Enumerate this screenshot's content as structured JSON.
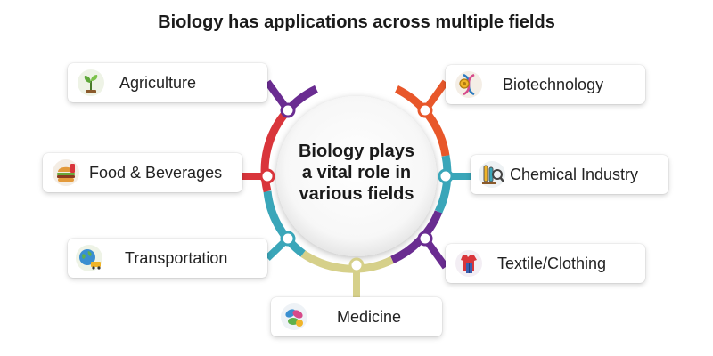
{
  "title": "Biology has applications across multiple fields",
  "center": {
    "line1": "Biology plays",
    "line2": "a vital role in",
    "line3": "various fields"
  },
  "fields": [
    {
      "label": "Agriculture",
      "icon": "plant-sprout-icon",
      "color": "#6a2c91"
    },
    {
      "label": "Biotechnology",
      "icon": "dna-icon",
      "color": "#e8572a"
    },
    {
      "label": "Food & Beverages",
      "icon": "burger-icon",
      "color": "#d9353b"
    },
    {
      "label": "Chemical Industry",
      "icon": "chemistry-lab-icon",
      "color": "#3aa6b9"
    },
    {
      "label": "Transportation",
      "icon": "globe-transport-icon",
      "color": "#3aa6b9"
    },
    {
      "label": "Textile/Clothing",
      "icon": "clothing-icon",
      "color": "#6a2c91"
    },
    {
      "label": "Medicine",
      "icon": "medicine-icon",
      "color": "#d6d08a"
    }
  ],
  "colors": {
    "purple": "#6a2c91",
    "orange": "#e8572a",
    "red": "#d9353b",
    "teal": "#3aa6b9",
    "olive": "#d6d08a"
  }
}
